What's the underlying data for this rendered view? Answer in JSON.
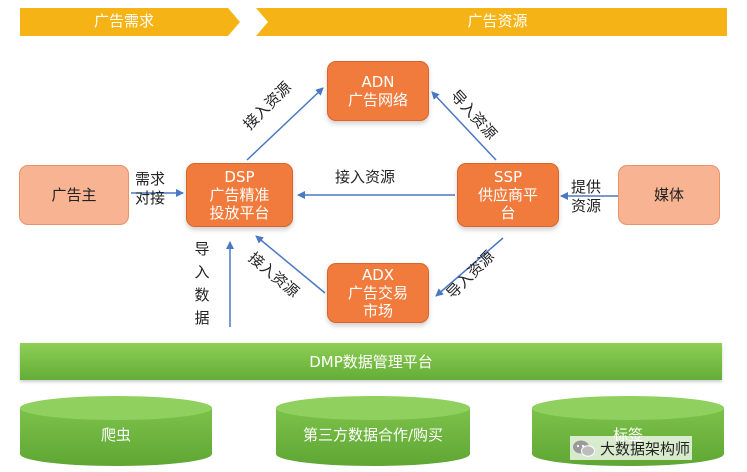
{
  "banner": {
    "left_label": "广告需求",
    "right_label": "广告资源",
    "color": "#f6b316"
  },
  "nodes": {
    "advertiser": "广告主",
    "dsp": "DSP\n广告精准\n投放平台",
    "adn": "ADN\n广告网络",
    "ssp": "SSP\n供应商平\n台",
    "adx": "ADX\n广告交易\n市场",
    "media": "媒体"
  },
  "edges": {
    "advertiser_dsp": "需求\n对接",
    "dsp_adn": "接入资源",
    "adn_ssp": "导入资源",
    "ssp_dsp": "接入资源",
    "media_ssp": "提供\n资源",
    "dsp_adx": "接入资源",
    "adx_ssp": "导入资源",
    "dmp_dsp": "导\n入\n数\n据"
  },
  "dmp": {
    "label": "DMP数据管理平台",
    "color": "#6ab43c"
  },
  "sources": [
    "爬虫",
    "第三方数据合作/购买",
    "标签"
  ],
  "watermark": {
    "text": "大数据架构师",
    "icon": "wechat-icon"
  },
  "colors": {
    "light_node": "#f7b392",
    "dark_node": "#f07b3d",
    "arrow": "#4a78c2"
  }
}
